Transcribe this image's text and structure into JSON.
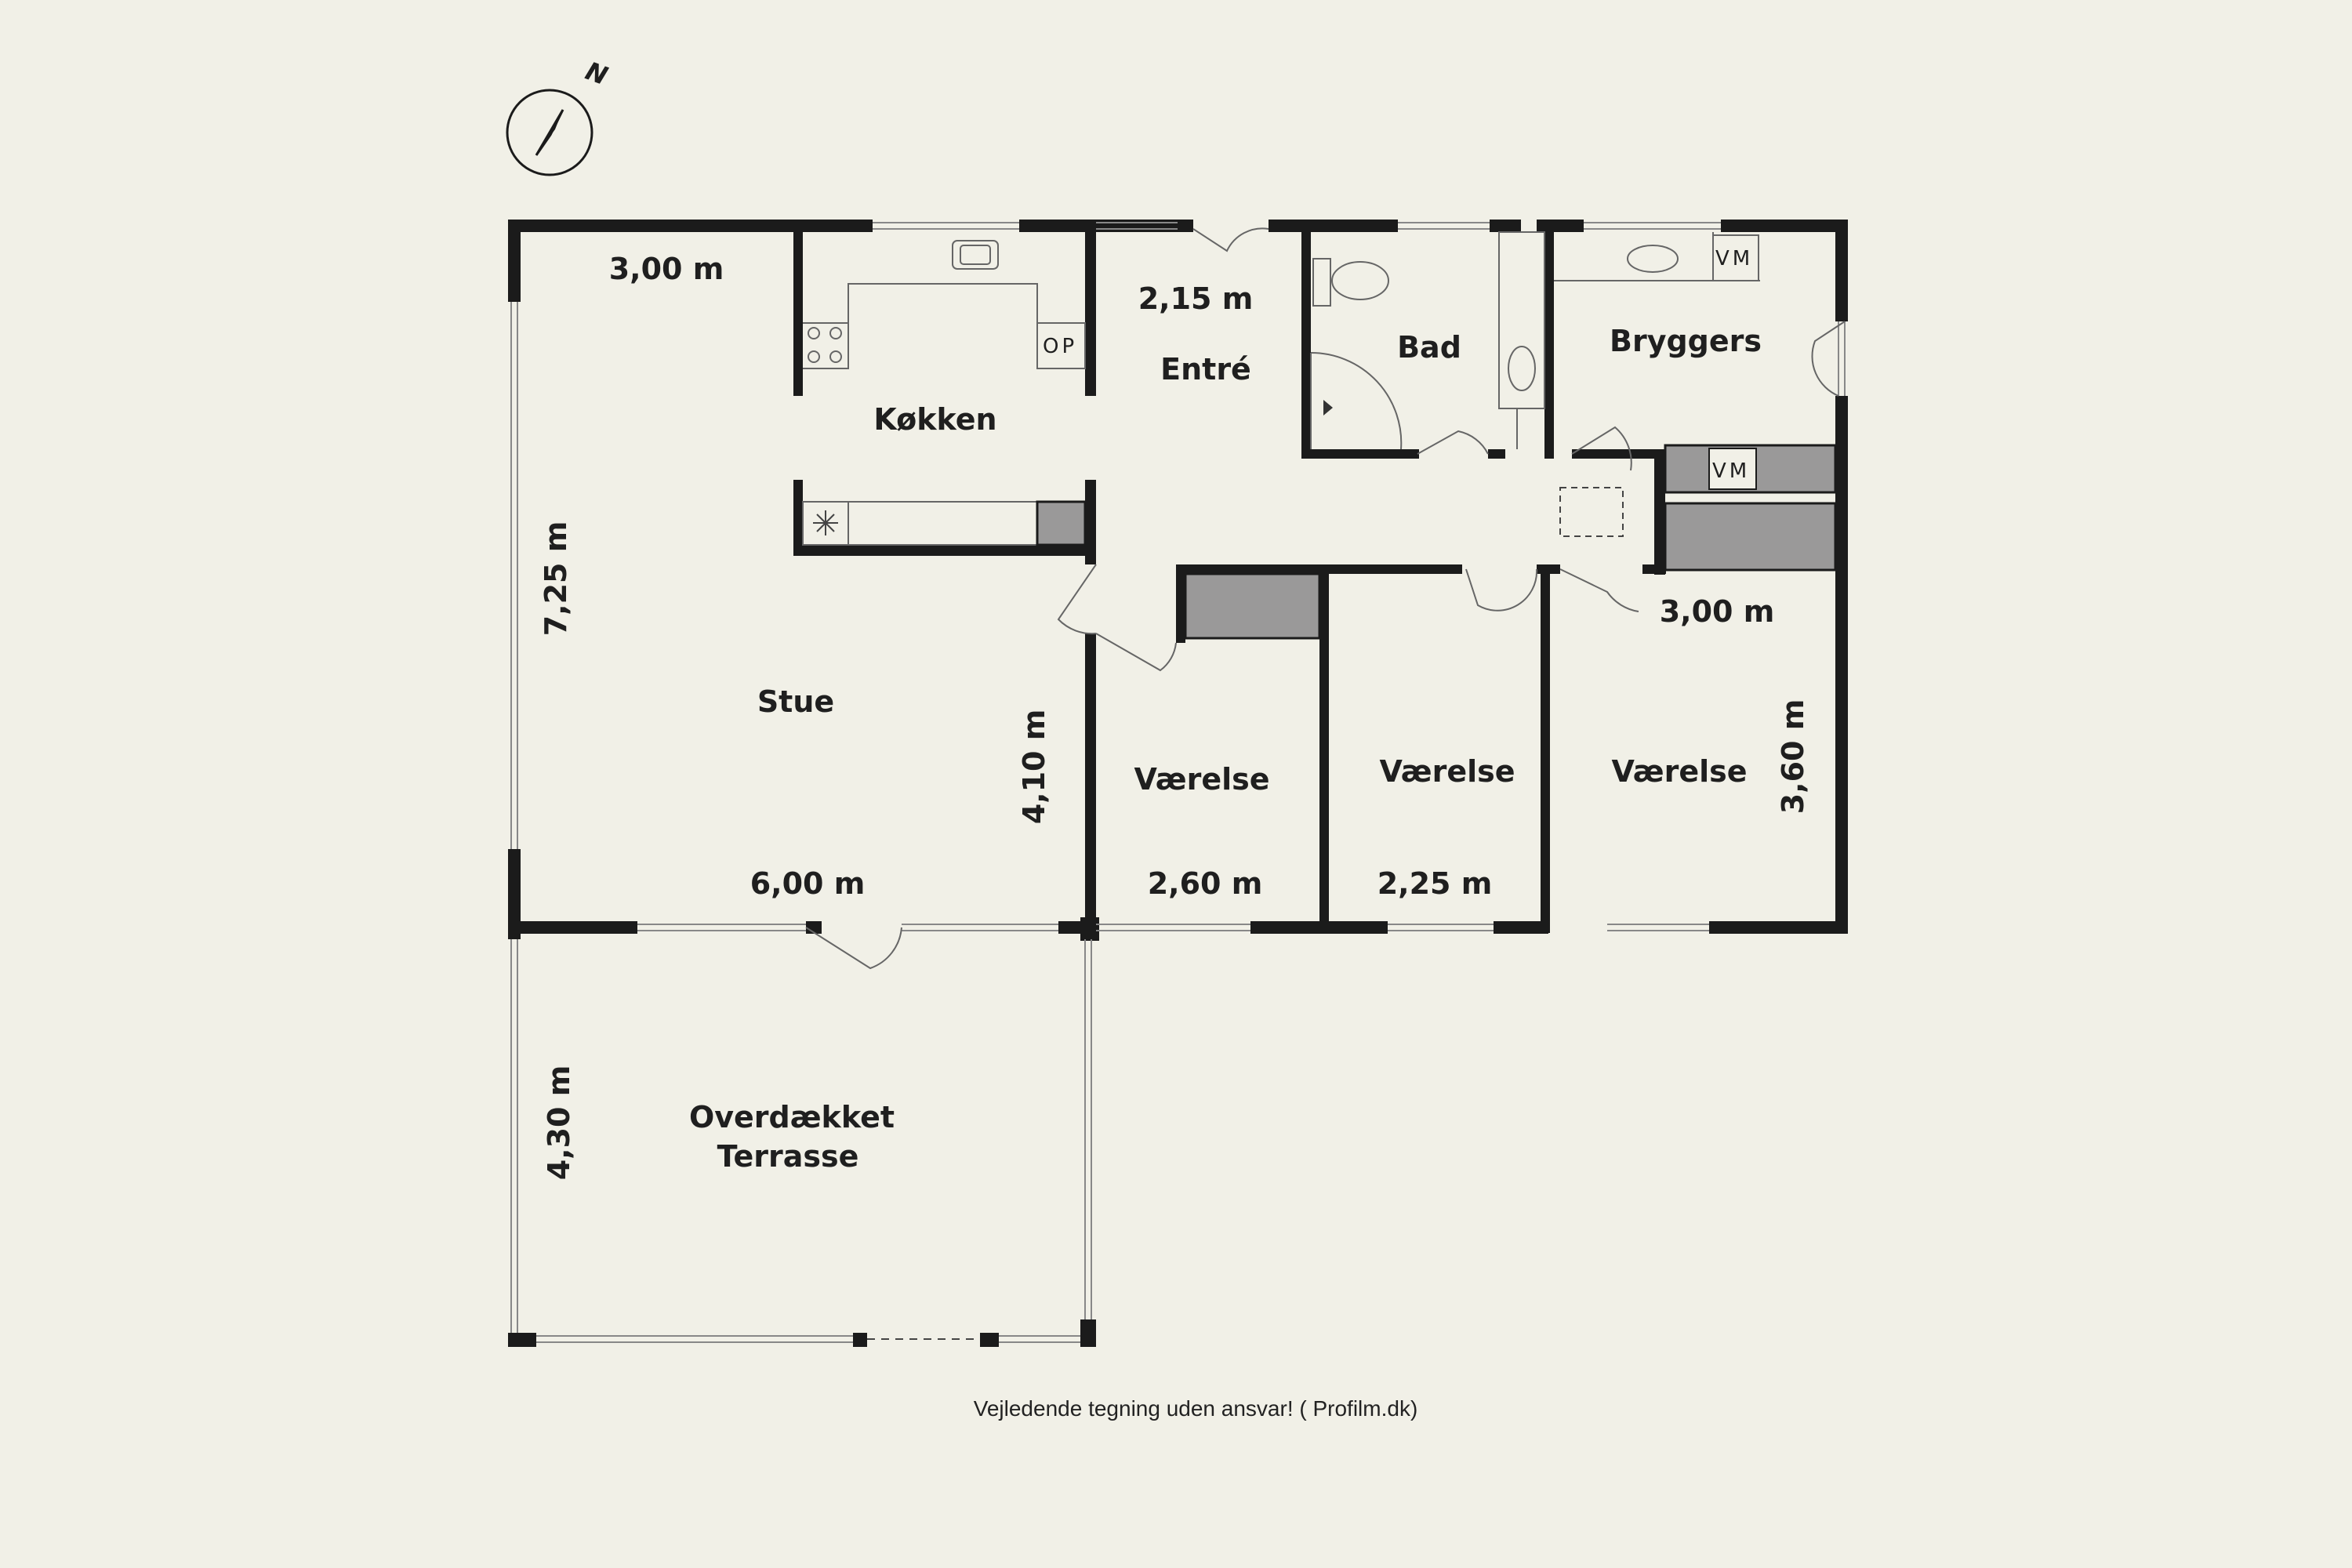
{
  "compass": {
    "north_label": "N"
  },
  "rooms": {
    "kokken": "Køkken",
    "entre": "Entré",
    "bad": "Bad",
    "bryggers": "Bryggers",
    "stue": "Stue",
    "vaerelse_1": "Værelse",
    "vaerelse_2": "Værelse",
    "vaerelse_3": "Værelse",
    "terrasse_line1": "Overdækket",
    "terrasse_line2": "Terrasse"
  },
  "dimensions": {
    "kokken_width": "3,00 m",
    "entre_width": "2,15 m",
    "stue_height": "7,25 m",
    "stue_width": "6,00 m",
    "stue_depth": "4,10 m",
    "bryggers_width": "3,00 m",
    "vaerelse_3_height": "3,60 m",
    "vaerelse_1_width": "2,60 m",
    "vaerelse_2_width": "2,25 m",
    "terrasse_height": "4,30 m"
  },
  "appliances": {
    "oven": "OP",
    "washer_top": "VM",
    "washer_mid": "VM"
  },
  "footer": {
    "disclaimer": "Vejledende tegning uden ansvar!  ( Profilm.dk)"
  }
}
